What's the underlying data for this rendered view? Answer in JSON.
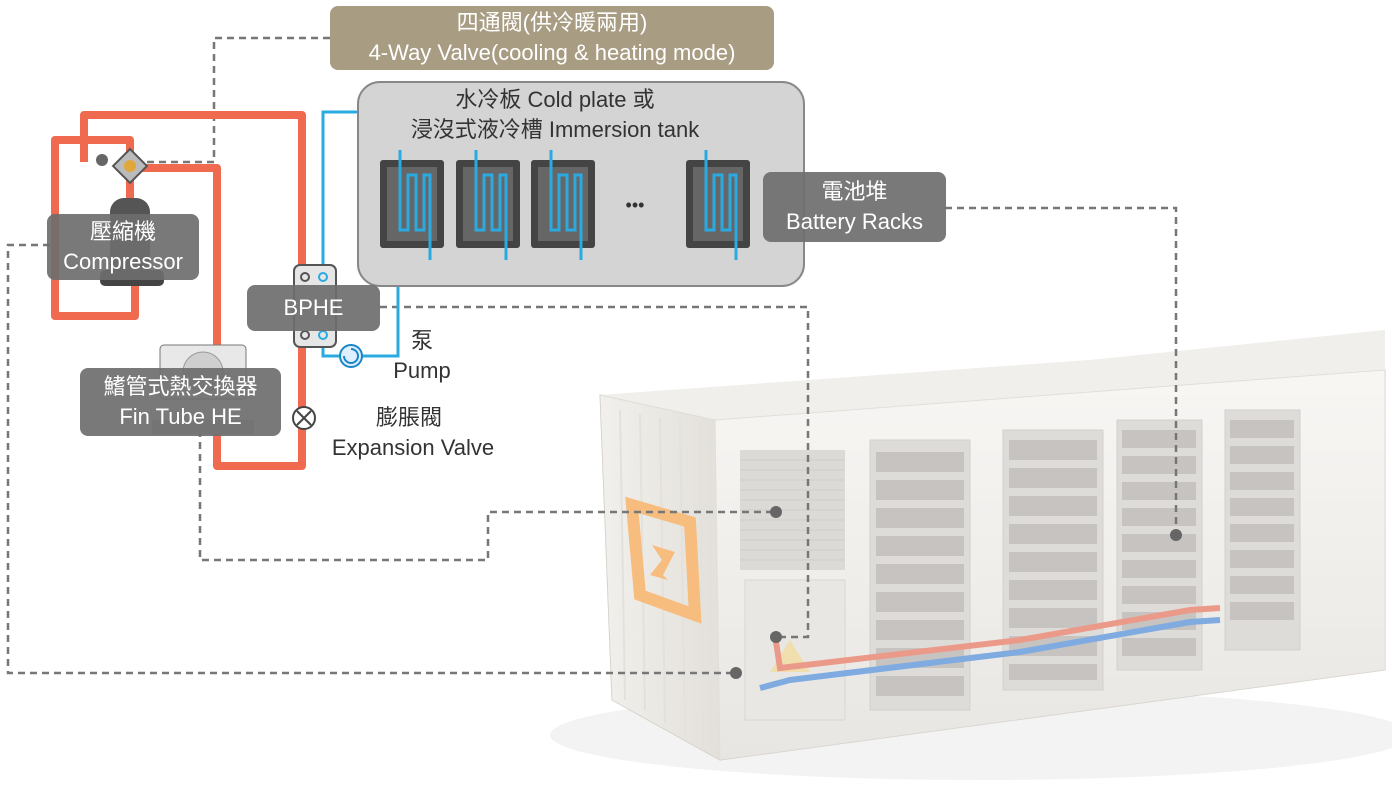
{
  "labels": {
    "four_way_valve": {
      "zh": "四通閥(供冷暖兩用)",
      "en": "4-Way Valve(cooling & heating mode)"
    },
    "cold_plate": {
      "line1": "水冷板 Cold plate 或",
      "line2": "浸沒式液冷槽 Immersion tank"
    },
    "battery_racks": {
      "zh": "電池堆",
      "en": "Battery Racks"
    },
    "compressor": {
      "zh": "壓縮機",
      "en": "Compressor"
    },
    "bphe": "BPHE",
    "pump": {
      "zh": "泵",
      "en": "Pump"
    },
    "fin_tube": {
      "zh": "鰭管式熱交換器",
      "en": "Fin Tube HE"
    },
    "expansion_valve": {
      "zh": "膨脹閥",
      "en": "Expansion Valve"
    },
    "ellipsis": "•••"
  },
  "colors": {
    "refrigerant": "#ef6a4f",
    "coolant": "#29abe2",
    "label_bg": "#6e6e6e",
    "valve_label_bg": "#a89c82",
    "leader": "#777777",
    "container_logo": "#f39a3a"
  },
  "icons": [
    "compressor-icon",
    "four-way-valve-icon",
    "bphe-icon",
    "pump-icon",
    "expansion-valve-icon",
    "fin-tube-icon",
    "container-icon"
  ]
}
